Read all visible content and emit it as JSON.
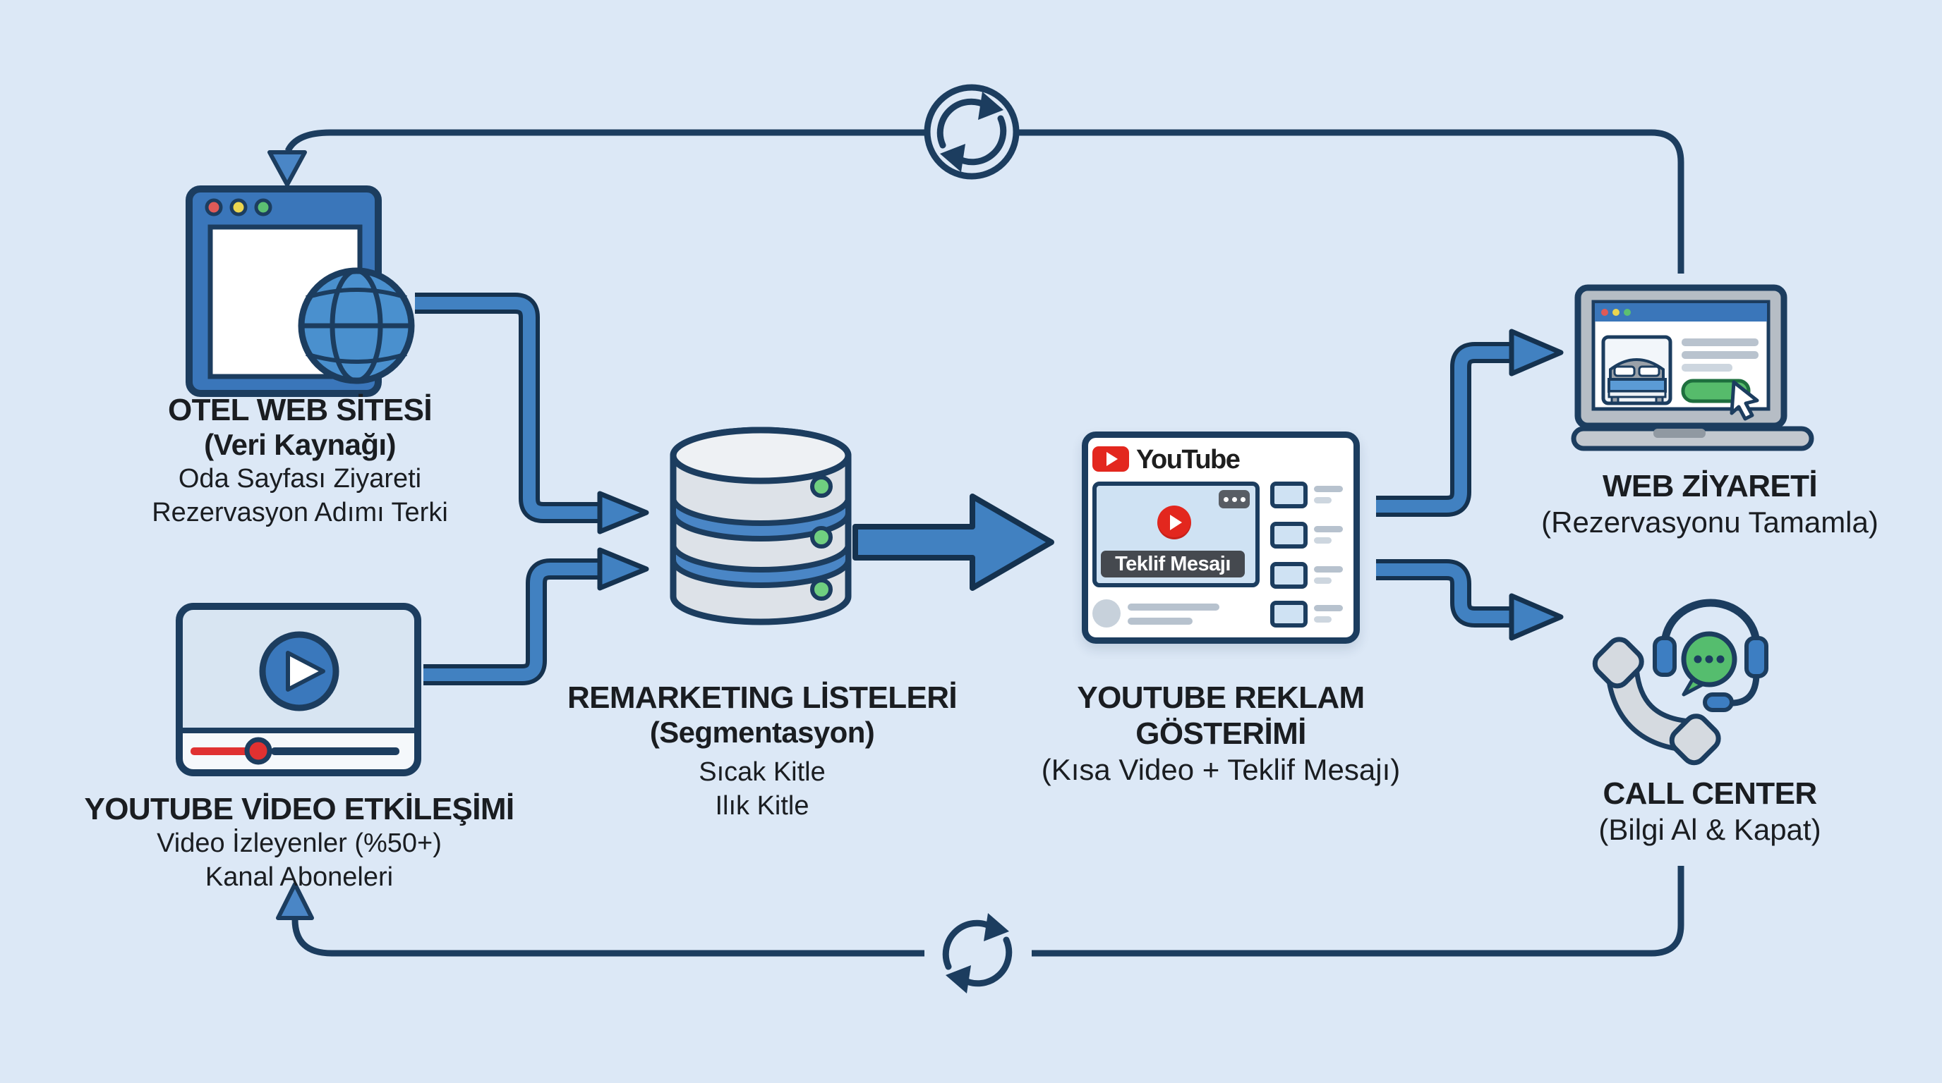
{
  "colors": {
    "background": "#dce8f6",
    "outline_navy": "#1c3d5f",
    "arrow_blue": "#4181c1",
    "accent_blue": "#3a76ba",
    "youtube_red": "#e3271e",
    "success_green": "#56bb6b",
    "database_band_blue": "#4a86c6",
    "progress_red": "#e03131"
  },
  "nodes": {
    "hotel_website": {
      "title": "OTEL WEB SİTESİ",
      "subtitle": "(Veri Kaynağı)",
      "lines": [
        "Oda Sayfası Ziyareti",
        "Rezervasyon Adımı Terki"
      ]
    },
    "youtube_engagement": {
      "title": "YOUTUBE VİDEO ETKİLEŞİMİ",
      "lines": [
        "Video İzleyenler (%50+)",
        "Kanal Aboneleri"
      ]
    },
    "remarketing": {
      "title": "REMARKETING LİSTELERİ",
      "subtitle": "(Segmentasyon)",
      "lines": [
        "Sıcak Kitle",
        "Ilık Kitle"
      ]
    },
    "youtube_ad": {
      "title": "YOUTUBE REKLAM GÖSTERİMİ",
      "subtitle": "(Kısa Video + Teklif Mesajı)",
      "logo_text": "YouTube",
      "offer_badge": "Teklif Mesajı"
    },
    "web_visit": {
      "title": "WEB ZİYARETİ",
      "subtitle": "(Rezervasyonu Tamamla)"
    },
    "call_center": {
      "title": "CALL CENTER",
      "subtitle": "(Bilgi Al & Kapat)"
    }
  }
}
